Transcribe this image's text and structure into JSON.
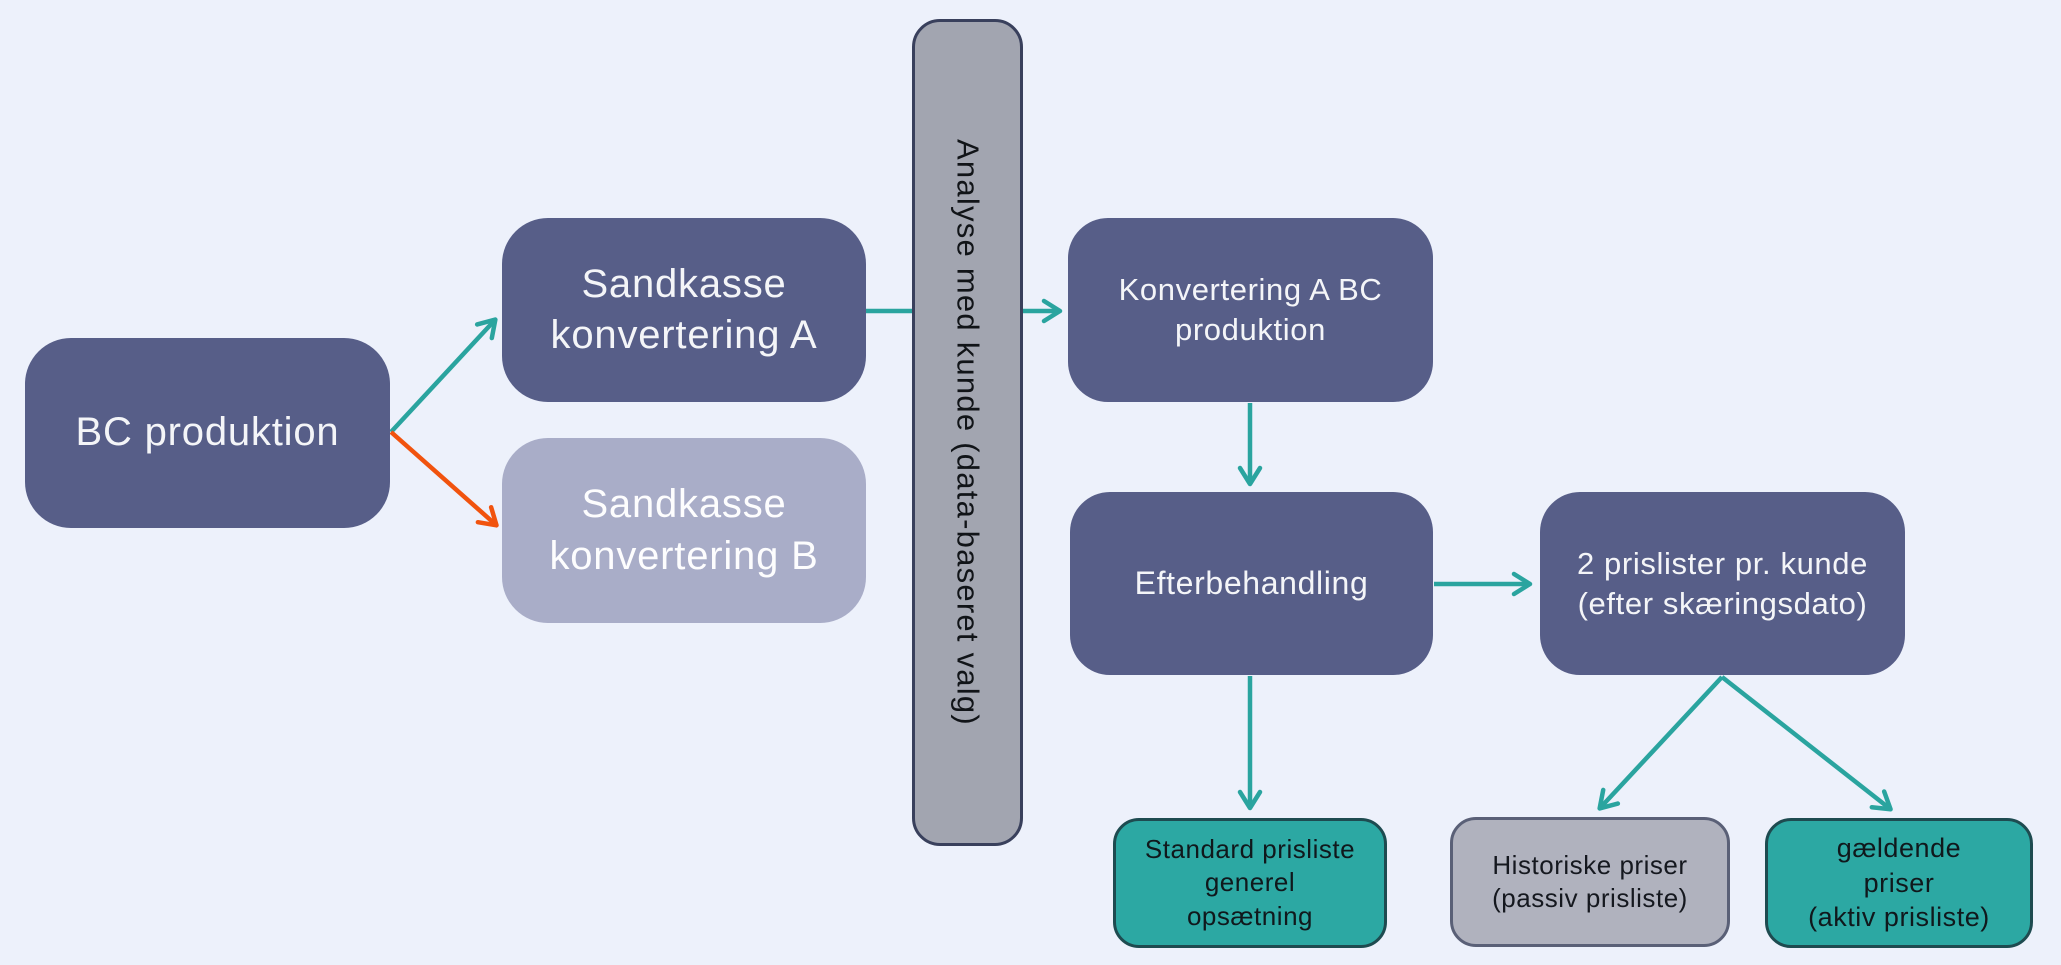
{
  "diagram": {
    "background_color": "#EDF1FB",
    "colors": {
      "dark_node_fill": "#575E88",
      "light_node_fill": "#A9ADC8",
      "bar_fill": "#A2A5B0",
      "bar_border": "#39405C",
      "teal_node_fill": "#2CA8A3",
      "teal_node_border": "#1E4B50",
      "gray_node_fill": "#B0B2BE",
      "gray_node_border": "#5A6077",
      "arrow_teal": "#2AA49F",
      "arrow_orange": "#F1530E",
      "light_text": "#F4F5F8",
      "dark_text": "#111418"
    },
    "nodes": {
      "bc_produktion": {
        "label": "BC produktion"
      },
      "sandkasse_a": {
        "label": "Sandkasse\nkonvertering A"
      },
      "sandkasse_b": {
        "label": "Sandkasse\nkonvertering B"
      },
      "analyse_bar": {
        "label": "Analyse med kunde (data-baseret valg)"
      },
      "konvertering_a_bc": {
        "label": "Konvertering A BC\nproduktion"
      },
      "efterbehandling": {
        "label": "Efterbehandling"
      },
      "prislister": {
        "label": "2 prislister pr. kunde\n(efter skæringsdato)"
      },
      "standard_prisliste": {
        "label": "Standard prisliste\ngenerel\nopsætning"
      },
      "historiske_priser": {
        "label": "Historiske priser\n(passiv prisliste)"
      },
      "gaeldende_priser": {
        "label": "gældende\npriser\n(aktiv prisliste)"
      }
    },
    "edges": [
      {
        "from": "bc_produktion",
        "to": "sandkasse_a",
        "color": "teal"
      },
      {
        "from": "bc_produktion",
        "to": "sandkasse_b",
        "color": "orange"
      },
      {
        "from": "sandkasse_a",
        "to": "konvertering_a_bc",
        "color": "teal",
        "note": "passes under analyse_bar"
      },
      {
        "from": "konvertering_a_bc",
        "to": "efterbehandling",
        "color": "teal"
      },
      {
        "from": "efterbehandling",
        "to": "prislister",
        "color": "teal"
      },
      {
        "from": "efterbehandling",
        "to": "standard_prisliste",
        "color": "teal"
      },
      {
        "from": "prislister",
        "to": "historiske_priser",
        "color": "teal"
      },
      {
        "from": "prislister",
        "to": "gaeldende_priser",
        "color": "teal"
      }
    ]
  }
}
